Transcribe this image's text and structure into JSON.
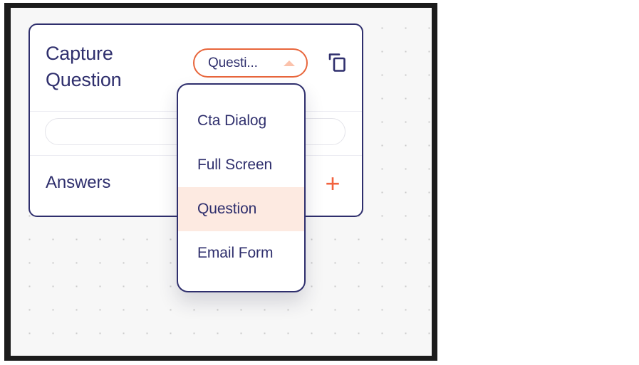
{
  "canvas": {
    "background_color": "#f7f7f7",
    "dot_color": "#c9c9c9",
    "frame_color": "#1b1b1b"
  },
  "card": {
    "title": "Capture\nQuestion",
    "border_color": "#2f2f6d",
    "type_select": {
      "value": "Questi...",
      "accent_color": "#e8663c",
      "caret_icon": "caret-up-icon",
      "caret_color": "#fbc2ab",
      "expanded": "true"
    },
    "duplicate_icon": "copy-icon",
    "question_input": {
      "value": "",
      "placeholder": ""
    },
    "answers": {
      "label": "Answers",
      "add_label": "+",
      "add_color": "#f2633f"
    }
  },
  "dropdown": {
    "selected": "Question",
    "highlight_color": "#fdeae1",
    "items": [
      {
        "label": "Cta Dialog",
        "selected": false
      },
      {
        "label": "Full Screen",
        "selected": false
      },
      {
        "label": "Question",
        "selected": true
      },
      {
        "label": "Email Form",
        "selected": false
      }
    ]
  }
}
